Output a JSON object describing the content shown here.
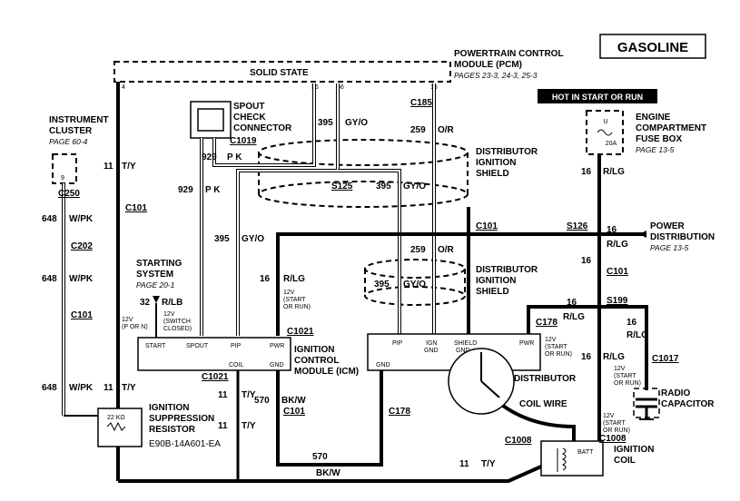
{
  "header": {
    "gasoline": "GASOLINE",
    "pcm_title": "POWERTRAIN CONTROL",
    "pcm_title2": "MODULE (PCM)",
    "pcm_pages": "PAGES 23-3, 24-3, 25-3",
    "solid_state": "SOLID STATE",
    "hot_label": "HOT IN START OR RUN"
  },
  "pins": {
    "p4": "4",
    "p36": "36",
    "p56": "56",
    "p16": "16"
  },
  "components": {
    "instrument_cluster": "INSTRUMENT",
    "instrument_cluster2": "CLUSTER",
    "instrument_page": "PAGE 60-4",
    "spout_1": "SPOUT",
    "spout_2": "CHECK",
    "spout_3": "CONNECTOR",
    "dist_shield_1a": "DISTRIBUTOR",
    "dist_shield_1b": "IGNITION",
    "dist_shield_1c": "SHIELD",
    "dist_shield_2a": "DISTRIBUTOR",
    "dist_shield_2b": "IGNITION",
    "dist_shield_2c": "SHIELD",
    "fuse_box_1": "ENGINE",
    "fuse_box_2": "COMPARTMENT",
    "fuse_box_3": "FUSE BOX",
    "fuse_box_page": "PAGE 13-5",
    "fuse_u": "U",
    "fuse_amp": "20A",
    "power_dist_1": "POWER",
    "power_dist_2": "DISTRIBUTION",
    "power_dist_page": "PAGE 13-5",
    "starting_1": "STARTING",
    "starting_2": "SYSTEM",
    "starting_page": "PAGE 20-1",
    "icm_1": "IGNITION",
    "icm_2": "CONTROL",
    "icm_3": "MODULE (ICM)",
    "icm_start": "START",
    "icm_spout": "SPOUT",
    "icm_pip": "PIP",
    "icm_pwr": "PWR",
    "icm_coil": "COIL",
    "icm_gnd": "GND",
    "dist_pip": "PIP",
    "dist_ign": "IGN",
    "dist_ign2": "GND",
    "dist_shield": "SHIELD",
    "dist_shield2": "GND",
    "dist_pwr": "PWR",
    "dist_gnd": "GND",
    "distributor": "DISTRIBUTOR",
    "coil_wire": "COIL WIRE",
    "ignition_coil_1": "IGNITION",
    "ignition_coil_2": "COIL",
    "batt": "BATT",
    "radio_cap_1": "RADIO",
    "radio_cap_2": "CAPACITOR",
    "suppr_1": "IGNITION",
    "suppr_2": "SUPPRESSION",
    "suppr_3": "RESISTOR",
    "suppr_part": "E90B-14A601-EA",
    "suppr_ohm": "22 KΩ",
    "cluster_pin": "9"
  },
  "connectors": {
    "c185": "C185",
    "c1019": "C1019",
    "s125": "S125",
    "c101_a": "C101",
    "c250": "C250",
    "c202": "C202",
    "c101_b": "C101",
    "c101_c": "C101",
    "s126": "S126",
    "c101_d": "C101",
    "s199": "S199",
    "c178_a": "C178",
    "c1021_a": "C1021",
    "c1021_b": "C1021",
    "c101_e": "C101",
    "c178_b": "C178",
    "c1017": "C1017",
    "c1008_a": "C1008",
    "c1008_b": "C1008"
  },
  "wires": {
    "w395_gyo_top": "395",
    "w395_gyo_top_c": "GY/O",
    "w259_or": "259",
    "w259_or_c": "O/R",
    "w929_pk": "929",
    "w929_pk_c": "P K",
    "w929_pk2": "929",
    "w929_pk2_c": "P K",
    "w11_ty_a": "11",
    "w11_ty_a_c": "T/Y",
    "w16_rlg_a": "16",
    "w16_rlg_a_c": "R/LG",
    "w395_gyo_s": "395",
    "w395_gyo_s_c": "GY/O",
    "w648_wpk_a": "648",
    "w648_wpk_a_c": "W/PK",
    "w648_wpk_b": "648",
    "w648_wpk_b_c": "W/PK",
    "w648_wpk_c": "648",
    "w648_wpk_c_c": "W/PK",
    "w395_gyo_m": "395",
    "w395_gyo_m_c": "GY/O",
    "w259_or_m": "259",
    "w259_or_m_c": "O/R",
    "w16_pd": "16",
    "w16_rlg_b": "16",
    "w16_rlg_b_c": "R/LG",
    "w16_rlg_c": "16",
    "w16_rlg_c_c": "R/LG",
    "w32_rlb": "32",
    "w32_rlb_c": "R/LB",
    "w395_gyo_lower": "395",
    "w395_gyo_lower_c": "GY/O",
    "w16_s199": "16",
    "w16_178": "16",
    "w16_178_c": "R/LG",
    "w16_right": "16",
    "w16_right_c": "R/LG",
    "w16_far": "16",
    "w16_far_c": "R/LG",
    "w11_ty_b": "11",
    "w11_ty_b_c": "T/Y",
    "w11_ty_c": "11",
    "w11_ty_c_c": "T/Y",
    "w11_ty_d": "11",
    "w11_ty_d_c": "T/Y",
    "w11_ty_e": "11",
    "w11_ty_e_c": "T/Y",
    "w570_bkw": "570",
    "w570_bkw_c": "BK/W",
    "w570_b": "570",
    "w_bkw": "BK/W",
    "w16_rlg_d": "16",
    "w16_rlg_d_c": "R/LG"
  },
  "notes": {
    "n12v_start_run_a": "12V",
    "n12v_start_run_a2": "(START",
    "n12v_start_run_a3": "OR RUN)",
    "n12v_switch_1": "12V",
    "n12v_switch_2": "(SWITCH",
    "n12v_switch_3": "CLOSED)",
    "n12v_porn_1": "12V",
    "n12v_porn_2": "(P OR N)",
    "n12v_dist_1": "12V",
    "n12v_dist_2": "(START",
    "n12v_dist_3": "OR RUN)",
    "n12v_cap_1": "12V",
    "n12v_cap_2": "(START",
    "n12v_cap_3": "OR RUN)",
    "n12v_coil_1": "12V",
    "n12v_coil_2": "(START",
    "n12v_coil_3": "OR RUN)"
  }
}
